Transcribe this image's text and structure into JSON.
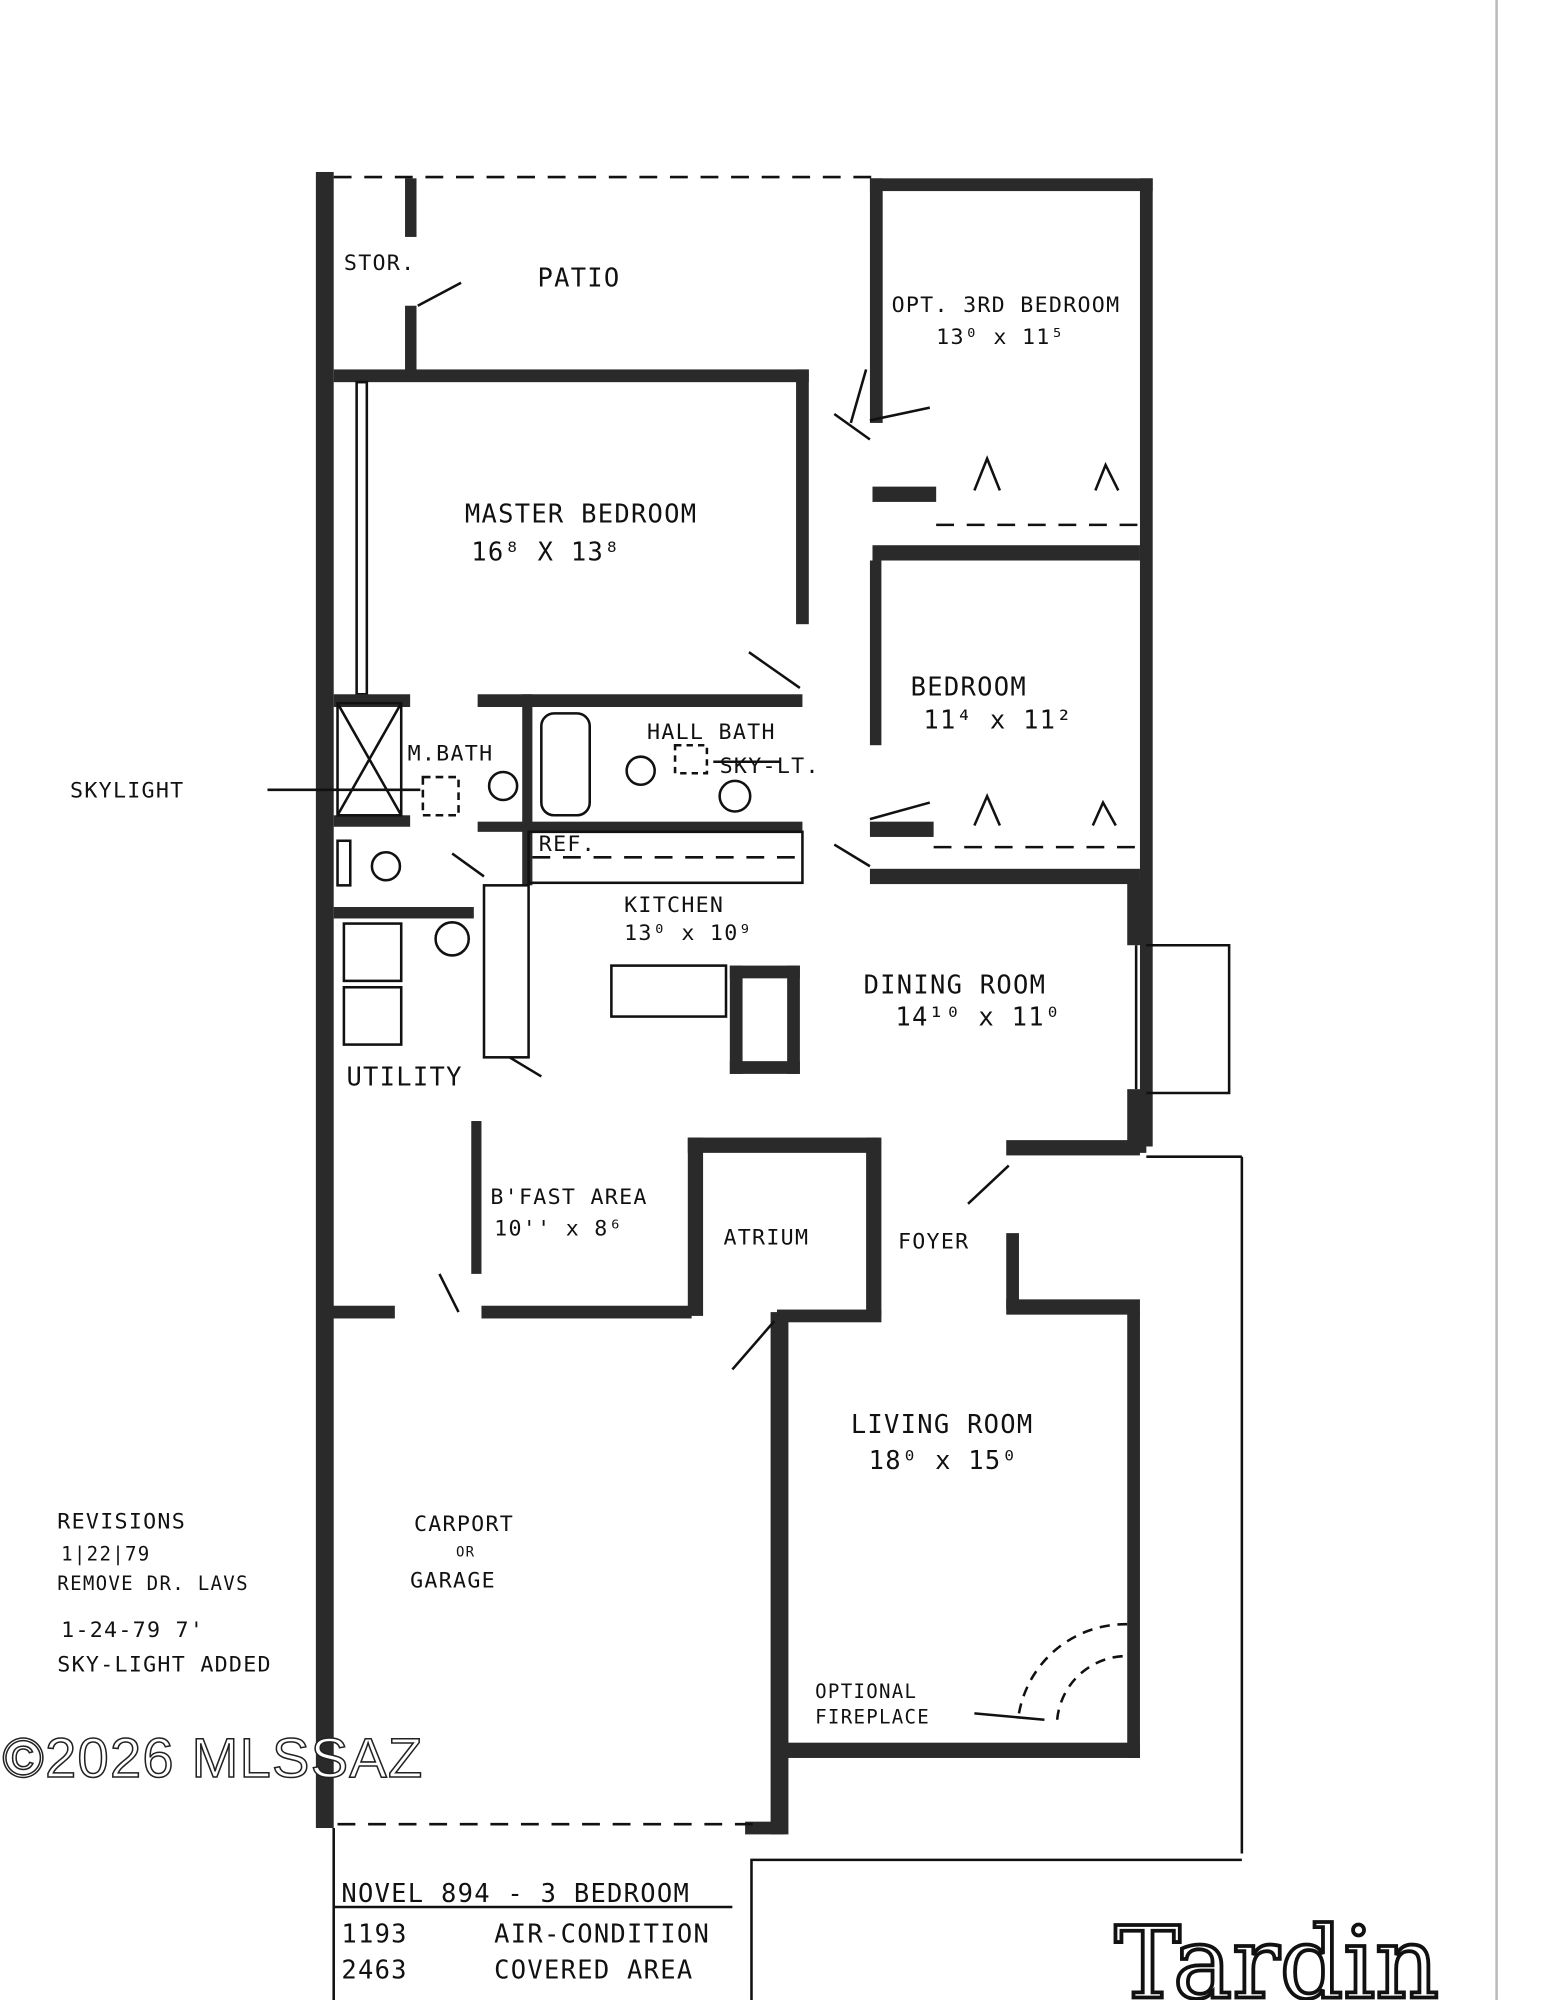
{
  "rooms": {
    "stor": "STOR.",
    "patio": "PATIO",
    "opt_bedroom": "OPT. 3RD BEDROOM",
    "opt_bedroom_size": "13⁰ x 11⁵",
    "master_bedroom": "MASTER BEDROOM",
    "master_bedroom_size": "16⁸ X 13⁸",
    "bedroom": "BEDROOM",
    "bedroom_size": "11⁴ x 11²",
    "m_bath": "M.BATH",
    "hall_bath": "HALL BATH",
    "sky_lt": "SKY-LT.",
    "skylight": "SKYLIGHT",
    "ref": "REF.",
    "kitchen": "KITCHEN",
    "kitchen_size": "13⁰ x 10⁹",
    "dining_room": "DINING ROOM",
    "dining_room_size": "14¹⁰ x 11⁰",
    "utility": "UTILITY",
    "bfast_area": "B'FAST AREA",
    "bfast_size": "10'' x 8⁶",
    "atrium": "ATRIUM",
    "foyer": "FOYER",
    "living_room": "LIVING ROOM",
    "living_room_size": "18⁰ x 15⁰",
    "carport": "CARPORT",
    "carport_or": "OR",
    "garage": "GARAGE",
    "fireplace_1": "OPTIONAL",
    "fireplace_2": "FIREPLACE"
  },
  "revisions": {
    "title": "REVISIONS",
    "date1": "1|22|79",
    "note1": "REMOVE DR. LAVS",
    "date2": "1-24-79  7'",
    "note2": "SKY-LIGHT ADDED"
  },
  "title_block": {
    "model": "NOVEL 894 - 3 BEDROOM",
    "ac_value": "1193",
    "ac_label": "AIR-CONDITION",
    "covered_value": "2463",
    "covered_label": "COVERED AREA"
  },
  "watermark": "©2026 MLSSAZ",
  "logo": "Tardin"
}
